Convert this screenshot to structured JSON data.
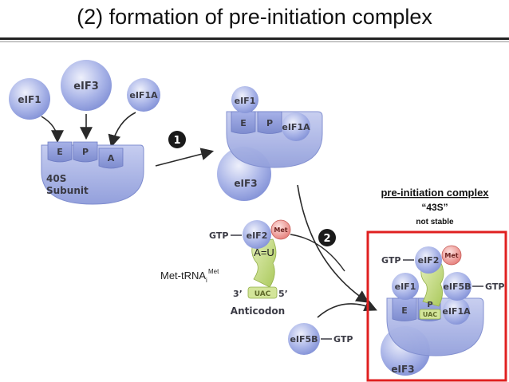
{
  "title": "(2) formation of pre-initiation complex",
  "colors": {
    "subunit_fill": "#a9b4e6",
    "factor_fill": "#9aa8e4",
    "met_fill": "#f2a3a0",
    "trna_fill": "#c9e08a",
    "highlight_box": "#e02020",
    "arrow": "#2a2a2a",
    "step_badge": "#1a1a1a"
  },
  "left_panel": {
    "eif3": "eIF3",
    "eif1": "eIF1",
    "eif1a": "eIF1A",
    "site_e": "E",
    "site_p": "P",
    "site_a": "A",
    "subunit_line1": "40S",
    "subunit_line2": "Subunit"
  },
  "step1": {
    "badge": "1"
  },
  "middle_panel": {
    "eif1": "eIF1",
    "site_e": "E",
    "site_p": "P",
    "eif1a": "eIF1A",
    "eif3": "eIF3"
  },
  "ternary": {
    "gtp": "GTP",
    "eif2": "eIF2",
    "met": "Met",
    "pairing": "A=U",
    "met_trna_main": "Met-tRNA",
    "met_trna_sub": "i",
    "met_trna_sup": "Met",
    "three_prime": "3’",
    "anticodon_seq": "UAC",
    "five_prime": "5’",
    "anticodon_label": "Anticodon"
  },
  "eif5b_free": {
    "eif5b": "eIF5B",
    "gtp": "GTP"
  },
  "step2": {
    "badge": "2"
  },
  "caption": {
    "line1": "pre-initiation complex",
    "line2": "“43S”",
    "line3": "not stable"
  },
  "complex": {
    "gtp": "GTP",
    "eif2": "eIF2",
    "met": "Met",
    "eif1": "eIF1",
    "eif5b": "eIF5B",
    "gtp2": "GTP",
    "site_e": "E",
    "site_p": "P",
    "uac": "UAC",
    "eif1a": "eIF1A",
    "eif3": "eIF3"
  }
}
